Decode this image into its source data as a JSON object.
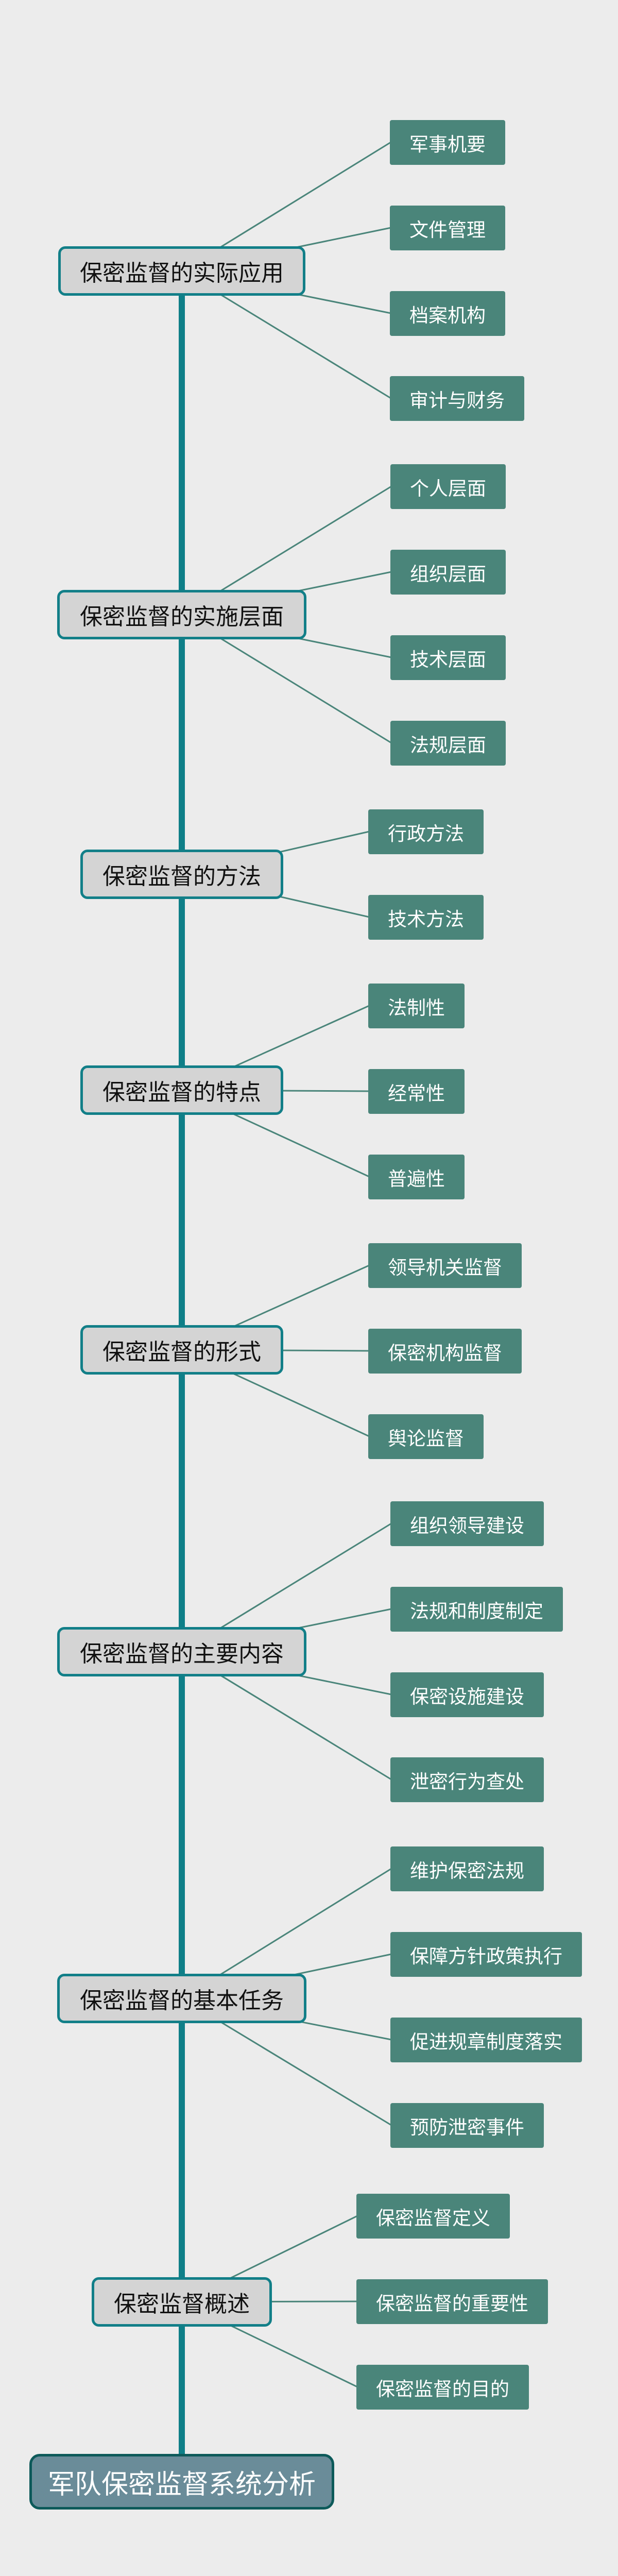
{
  "root": {
    "label": "军队保密监督系统分析"
  },
  "branches": [
    {
      "label": "保密监督的实际应用",
      "children": [
        "军事机要",
        "文件管理",
        "档案机构",
        "审计与财务"
      ]
    },
    {
      "label": "保密监督的实施层面",
      "children": [
        "个人层面",
        "组织层面",
        "技术层面",
        "法规层面"
      ]
    },
    {
      "label": "保密监督的方法",
      "children": [
        "行政方法",
        "技术方法"
      ]
    },
    {
      "label": "保密监督的特点",
      "children": [
        "法制性",
        "经常性",
        "普遍性"
      ]
    },
    {
      "label": "保密监督的形式",
      "children": [
        "领导机关监督",
        "保密机构监督",
        "舆论监督"
      ]
    },
    {
      "label": "保密监督的主要内容",
      "children": [
        "组织领导建设",
        "法规和制度制定",
        "保密设施建设",
        "泄密行为查处"
      ]
    },
    {
      "label": "保密监督的基本任务",
      "children": [
        "维护保密法规",
        "保障方针政策执行",
        "促进规章制度落实",
        "预防泄密事件"
      ]
    },
    {
      "label": "保密监督概述",
      "children": [
        "保密监督定义",
        "保密监督的重要性",
        "保密监督的目的"
      ]
    }
  ],
  "colors": {
    "background": "#ececec",
    "trunk": "#0f7f88",
    "branch_fill": "#d4d4d4",
    "leaf_fill": "#4a857a",
    "root_fill": "#6a8c99",
    "connector": "#4a857a"
  }
}
